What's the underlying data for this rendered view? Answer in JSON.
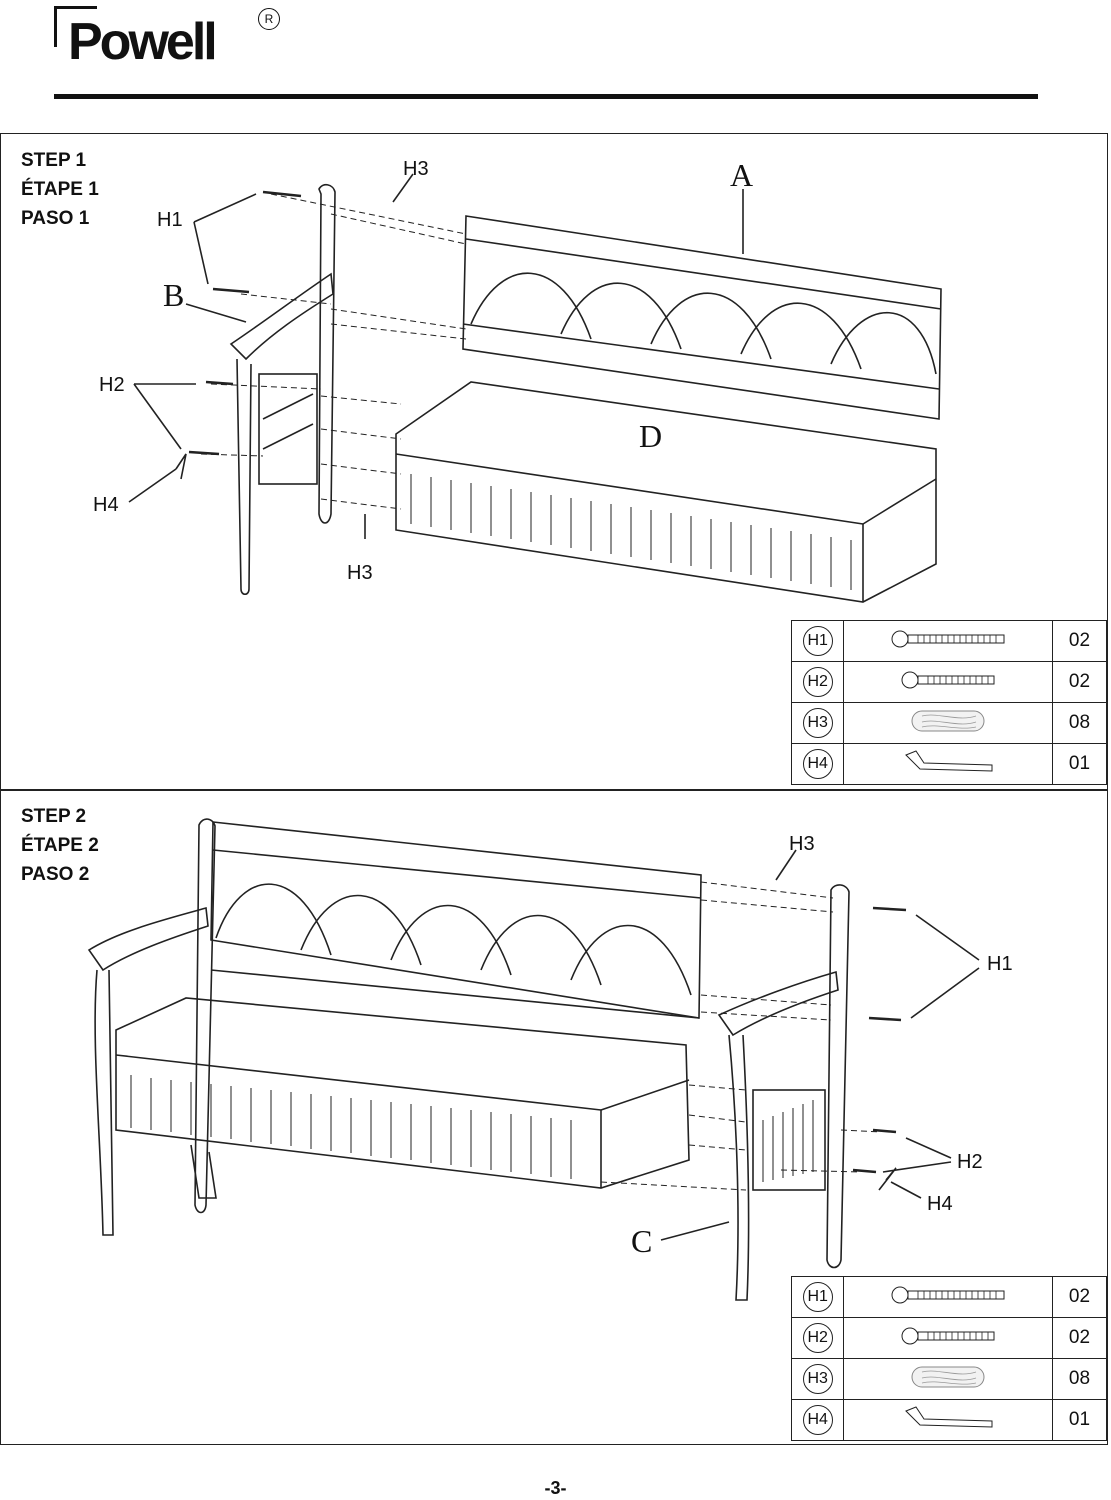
{
  "brand": {
    "name": "Powell",
    "registered": "R"
  },
  "step1": {
    "lines": [
      "STEP 1",
      "ÉTAPE 1",
      "PASO 1"
    ],
    "labels": {
      "H1": "H1",
      "H2": "H2",
      "H3_top": "H3",
      "H3_bottom": "H3",
      "H4": "H4",
      "A": "A",
      "B": "B",
      "D": "D"
    },
    "hardware": [
      {
        "code": "H1",
        "icon": "long-bolt-icon",
        "qty": "02"
      },
      {
        "code": "H2",
        "icon": "short-bolt-icon",
        "qty": "02"
      },
      {
        "code": "H3",
        "icon": "wood-dowel-icon",
        "qty": "08"
      },
      {
        "code": "H4",
        "icon": "allen-key-icon",
        "qty": "01"
      }
    ]
  },
  "step2": {
    "lines": [
      "STEP 2",
      "ÉTAPE 2",
      "PASO 2"
    ],
    "labels": {
      "H1": "H1",
      "H2": "H2",
      "H3": "H3",
      "H4": "H4",
      "C": "C"
    },
    "hardware": [
      {
        "code": "H1",
        "icon": "long-bolt-icon",
        "qty": "02"
      },
      {
        "code": "H2",
        "icon": "short-bolt-icon",
        "qty": "02"
      },
      {
        "code": "H3",
        "icon": "wood-dowel-icon",
        "qty": "08"
      },
      {
        "code": "H4",
        "icon": "allen-key-icon",
        "qty": "01"
      }
    ]
  },
  "page_number": "-3-"
}
